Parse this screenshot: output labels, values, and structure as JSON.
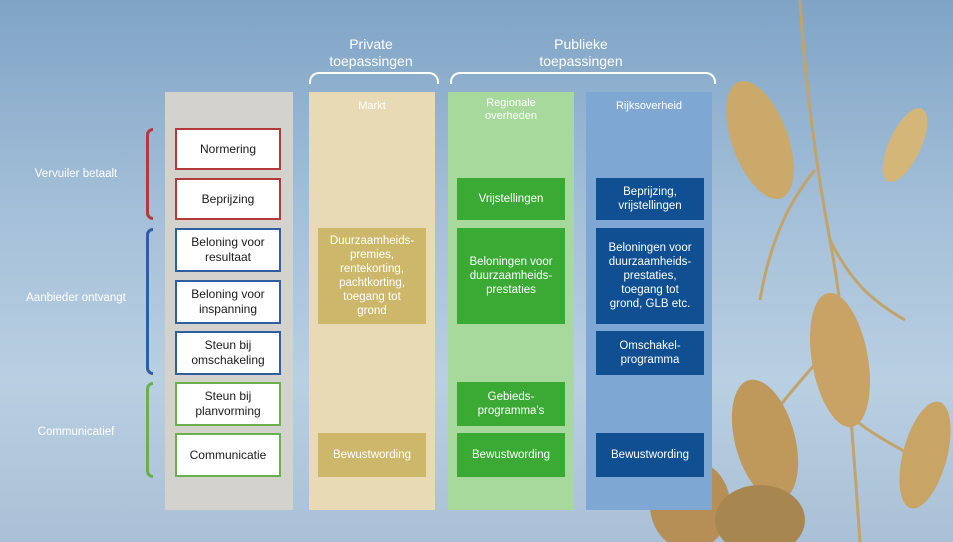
{
  "headers": {
    "private": "Private\ntoepassingen",
    "public": "Publieke\ntoepassingen"
  },
  "columns": {
    "markt": "Markt",
    "regionaal": "Regionale\noverheden",
    "rijk": "Rijksoverheid"
  },
  "groups": [
    {
      "label": "Vervuiler betaalt",
      "color": "#b33a3a"
    },
    {
      "label": "Aanbieder ontvangt",
      "color": "#2f5fa0"
    },
    {
      "label": "Communicatief",
      "color": "#6ab04c"
    }
  ],
  "rungs": [
    "Normering",
    "Beprijzing",
    "Beloning voor\nresultaat",
    "Beloning voor\ninspanning",
    "Steun bij\nomschakeling",
    "Steun bij\nplanvorming",
    "Communicatie"
  ],
  "markt_cells": [
    "Duurzaamheids-\npremies,\nrentekorting,\npachtkorting,\ntoegang tot\ngrond",
    "Bewustwording"
  ],
  "regionaal_cells": [
    "Vrijstellingen",
    "Beloningen voor\nduurzaamheids-\nprestaties",
    "Gebieds-\nprogramma's",
    "Bewustwording"
  ],
  "rijk_cells": [
    "Beprijzing,\nvrijstellingen",
    "Beloningen voor\nduurzaamheids-\nprestaties,\ntoegang tot\ngrond, GLB etc.",
    "Omschakel-\nprogramma",
    "Bewustwording"
  ],
  "colors": {
    "markt_column": "#e8dab5",
    "markt_cell": "#cdb76a",
    "regionaal_column": "#a6d99b",
    "regionaal_cell": "#3aaa35",
    "rijk_column": "#7fa7d4",
    "rijk_cell": "#0f4f92"
  }
}
